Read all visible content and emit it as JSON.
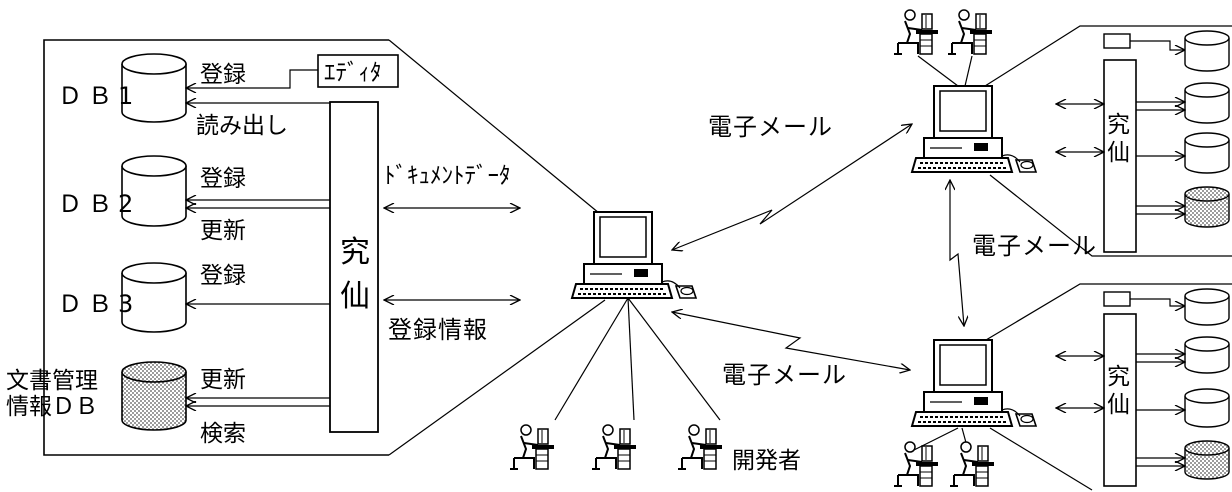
{
  "left_panel": {
    "db1": "ＤＢ1",
    "db2": "ＤＢ2",
    "db3": "ＤＢ3",
    "doc_db_line1": "文書管理",
    "doc_db_line2": "情報ＤＢ",
    "editor": "ｴﾃﾞｨﾀ",
    "register": "登録",
    "read_out": "読み出し",
    "update": "更新",
    "search": "検索",
    "kyusen": "究仙",
    "document_data": "ﾄﾞｷｭﾒﾝﾄﾃﾞｰﾀ",
    "registration_info": "登録情報"
  },
  "network": {
    "email_top": "電子メール",
    "email_bottom": "電子メール",
    "email_right": "電子メール",
    "developers": "開発者"
  },
  "right_panels": {
    "kyusen_top": "究仙",
    "kyusen_bottom": "究仙"
  }
}
